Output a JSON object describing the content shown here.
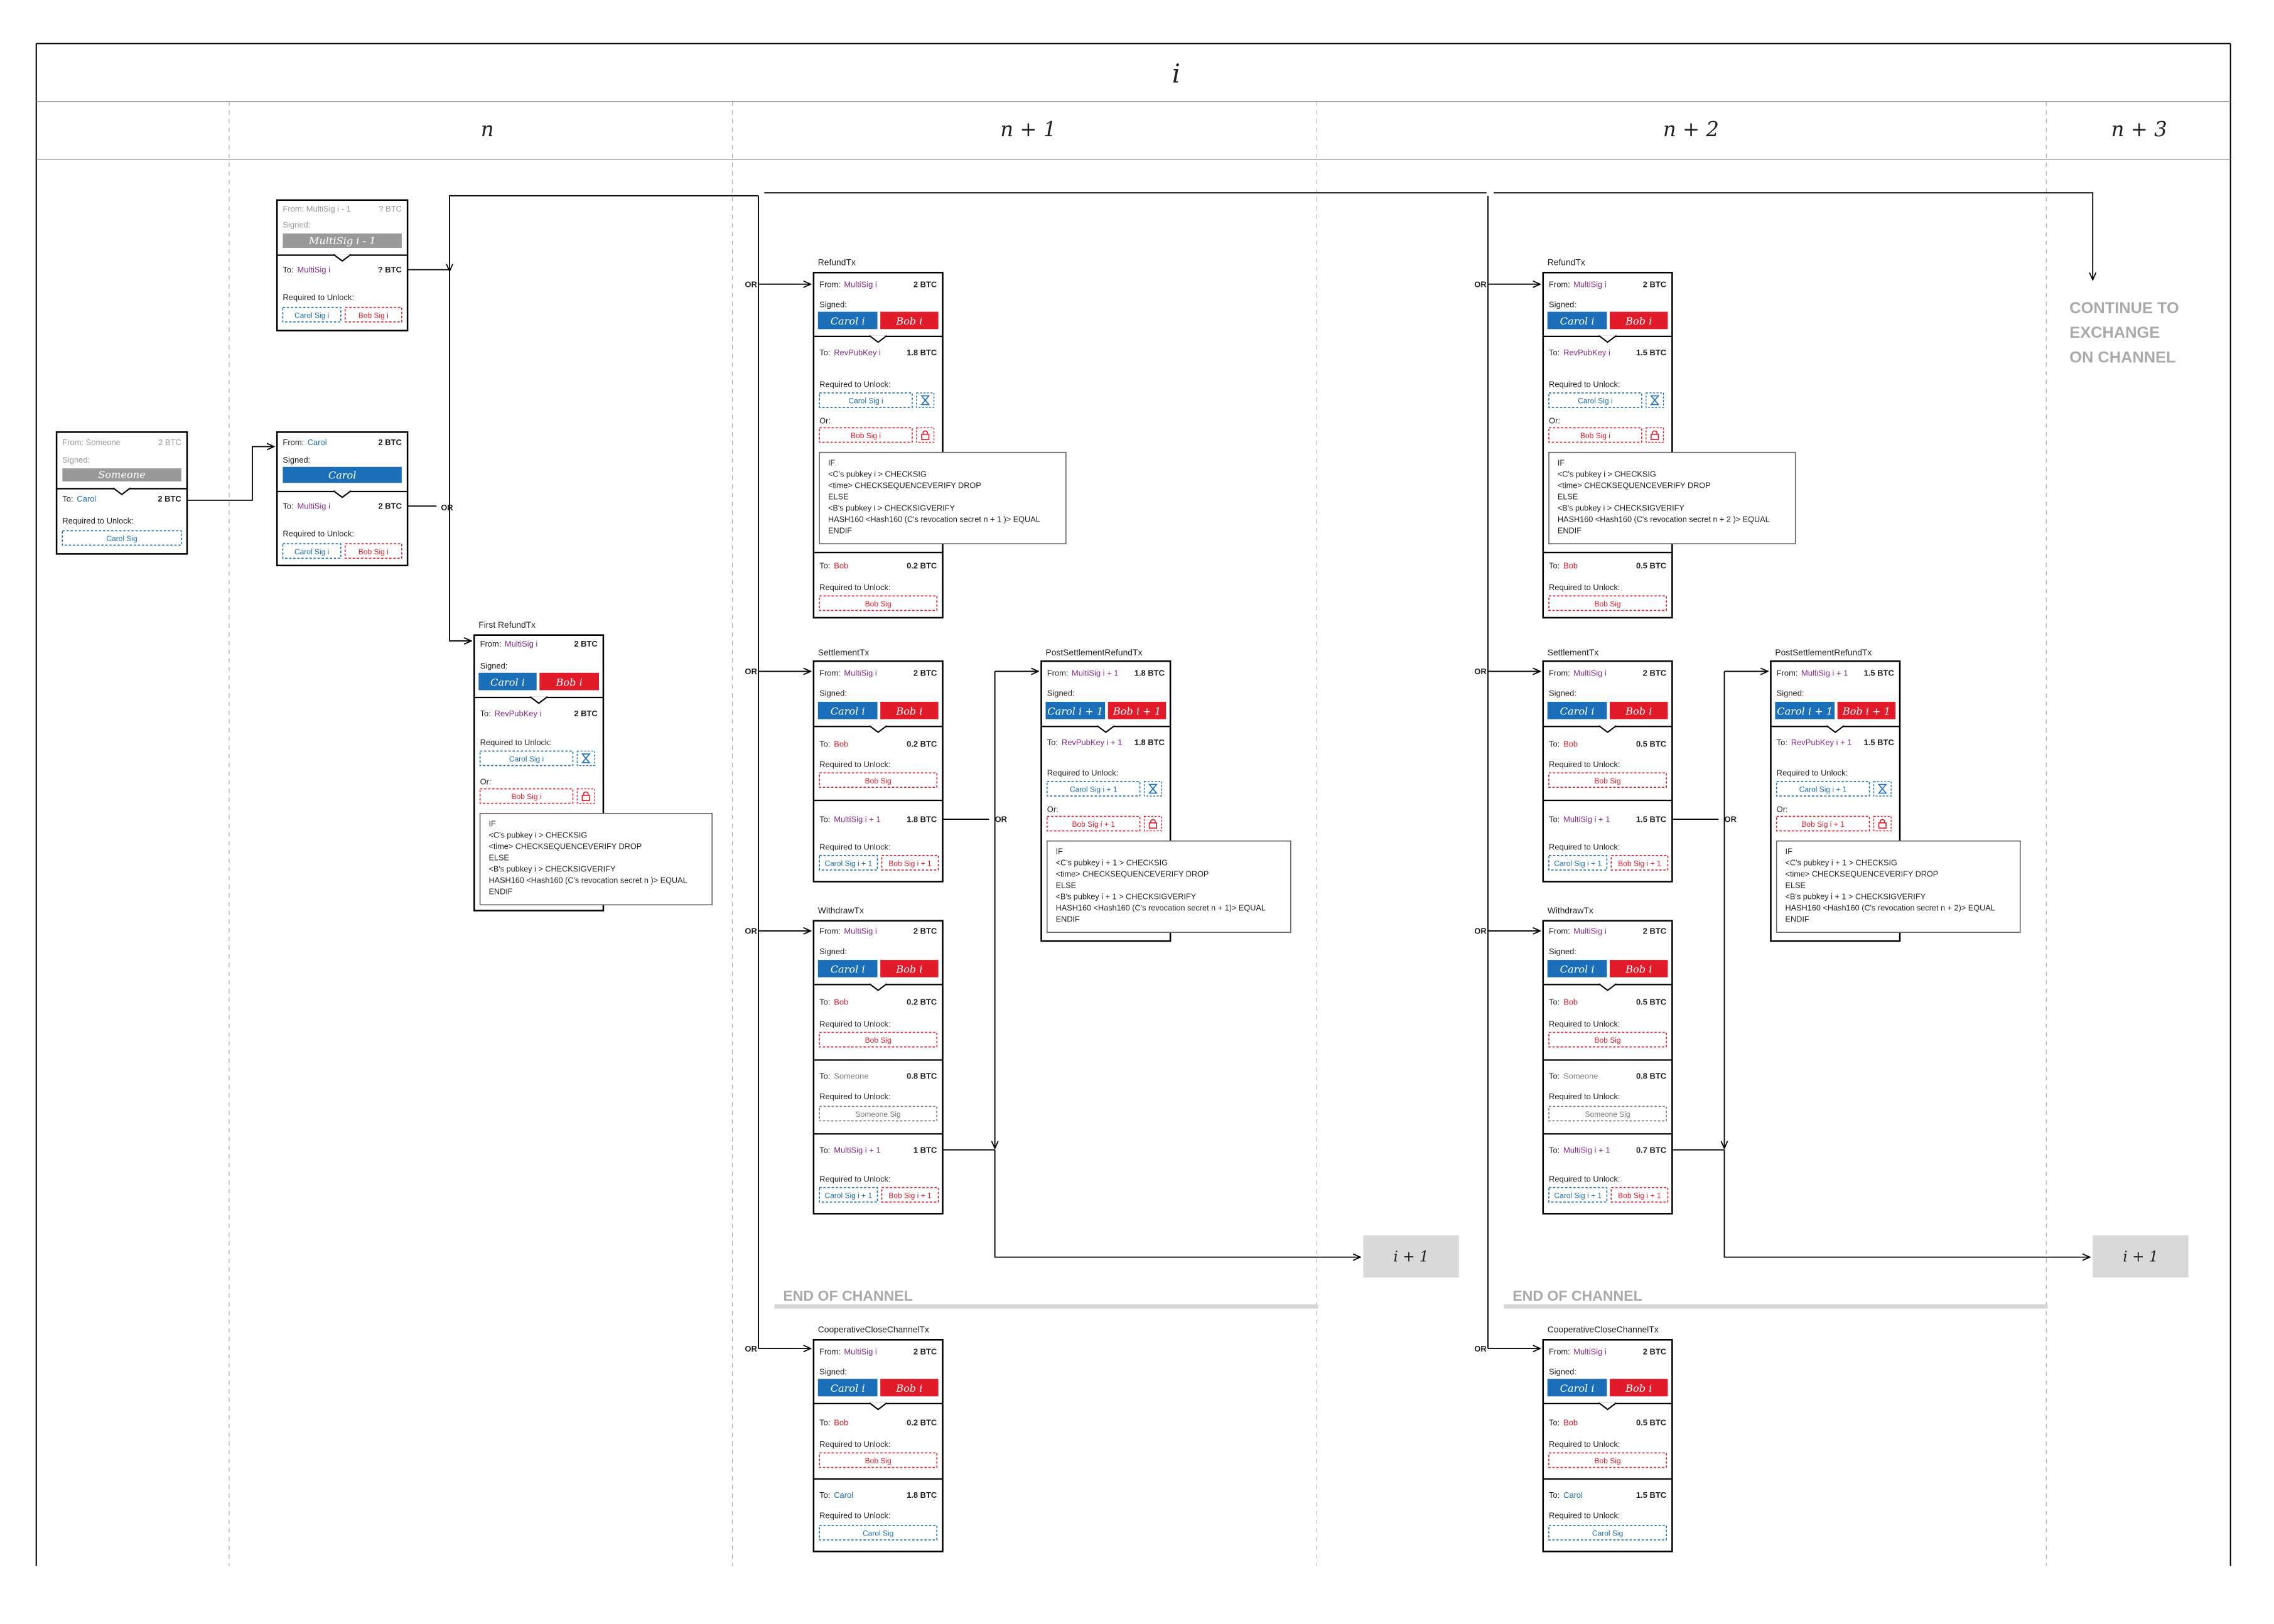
{
  "header": {
    "i": "i",
    "n": "n",
    "n1": "n + 1",
    "n2": "n + 2",
    "n3": "n + 3"
  },
  "labels": {
    "or": "OR",
    "end_of_channel": "END OF CHANNEL",
    "continue": [
      "CONTINUE TO",
      "EXCHANGE",
      "ON CHANNEL"
    ],
    "next_i": "i + 1"
  },
  "colors": {
    "carol": "#1a6fb8",
    "bob": "#e21b2a",
    "multisig": "#8a2c8e",
    "grey": "#999999",
    "box_fill": "#d9d9d9"
  },
  "funding": {
    "from_label": "From: Someone",
    "amount": "2 BTC",
    "signed": "Signed:",
    "signer": "Someone",
    "to_label": "To:",
    "to_name": "Carol",
    "to_amount": "2 BTC",
    "req": "Required to Unlock:",
    "sig": "Carol Sig"
  },
  "prev": {
    "from_label": "From: MultiSig i - 1",
    "amount": "? BTC",
    "signed": "Signed:",
    "signer": "MultiSig i - 1",
    "to_label": "To:",
    "to_name": "MultiSig i",
    "to_amount": "? BTC",
    "req": "Required to Unlock:",
    "sig_a": "Carol Sig i",
    "sig_b": "Bob Sig i"
  },
  "anchor": {
    "from_label": "From:",
    "from_name": "Carol",
    "amount": "2 BTC",
    "signed": "Signed:",
    "signer": "Carol",
    "to_label": "To:",
    "to_name": "MultiSig i",
    "to_amount": "2 BTC",
    "req": "Required to Unlock:",
    "sig_a": "Carol Sig i",
    "sig_b": "Bob Sig i"
  },
  "first_refund": {
    "title": "First RefundTx",
    "from_label": "From:",
    "from_name": "MultiSig i",
    "amount": "2 BTC",
    "signed": "Signed:",
    "sig_a": "Carol i",
    "sig_b": "Bob i",
    "to_label": "To:",
    "to_name": "RevPubKey i",
    "to_amount": "2 BTC",
    "req": "Required to Unlock:",
    "sig_carol": "Carol Sig i",
    "or": "Or:",
    "sig_bob": "Bob Sig i",
    "script": [
      "IF",
      "  <C's pubkey i > CHECKSIG",
      "  <time> CHECKSEQUENCEVERIFY DROP",
      "ELSE",
      "  <B's pubkey i > CHECKSIGVERIFY",
      "  HASH160 <Hash160 (C's revocation secret n )> EQUAL",
      "ENDIF"
    ]
  },
  "columns": [
    {
      "refund": {
        "title": "RefundTx",
        "from_label": "From:",
        "from_name": "MultiSig i",
        "amount": "2 BTC",
        "signed": "Signed:",
        "sig_a": "Carol i",
        "sig_b": "Bob i",
        "to1_label": "To:",
        "to1_name": "RevPubKey i",
        "to1_amount": "1.8 BTC",
        "req": "Required to Unlock:",
        "sig_carol": "Carol Sig i",
        "or": "Or:",
        "sig_bob": "Bob Sig i",
        "to2_label": "To:",
        "to2_name": "Bob",
        "to2_amount": "0.2 BTC",
        "req2": "Required to Unlock:",
        "sig2": "Bob Sig",
        "script": [
          "IF",
          "  <C's pubkey i > CHECKSIG",
          "  <time> CHECKSEQUENCEVERIFY DROP",
          "ELSE",
          "  <B's pubkey i > CHECKSIGVERIFY",
          "  HASH160 <Hash160 (C's revocation secret n + 1 )> EQUAL",
          "ENDIF"
        ]
      },
      "settlement": {
        "title": "SettlementTx",
        "from_label": "From:",
        "from_name": "MultiSig i",
        "amount": "2 BTC",
        "signed": "Signed:",
        "sig_a": "Carol i",
        "sig_b": "Bob i",
        "to1_label": "To:",
        "to1_name": "Bob",
        "to1_amount": "0.2 BTC",
        "req1": "Required to Unlock:",
        "sig1": "Bob Sig",
        "to2_label": "To:",
        "to2_name": "MultiSig i + 1",
        "to2_amount": "1.8 BTC",
        "req2": "Required to Unlock:",
        "sig2a": "Carol Sig i + 1",
        "sig2b": "Bob Sig i + 1"
      },
      "post": {
        "title": "PostSettlementRefundTx",
        "from_label": "From:",
        "from_name": "MultiSig i + 1",
        "amount": "1.8 BTC",
        "signed": "Signed:",
        "sig_a": "Carol i + 1",
        "sig_b": "Bob i + 1",
        "to_label": "To:",
        "to_name": "RevPubKey i + 1",
        "to_amount": "1.8 BTC",
        "req": "Required to Unlock:",
        "sig_carol": "Carol Sig i + 1",
        "or": "Or:",
        "sig_bob": "Bob Sig i + 1",
        "script": [
          "IF",
          "  <C's pubkey i + 1 > CHECKSIG",
          "  <time> CHECKSEQUENCEVERIFY DROP",
          "ELSE",
          "  <B's pubkey i + 1 > CHECKSIGVERIFY",
          "  HASH160 <Hash160 (C's revocation secret n + 1)> EQUAL",
          "ENDIF"
        ]
      },
      "withdraw": {
        "title": "WithdrawTx",
        "from_label": "From:",
        "from_name": "MultiSig i",
        "amount": "2 BTC",
        "signed": "Signed:",
        "sig_a": "Carol i",
        "sig_b": "Bob i",
        "to1_label": "To:",
        "to1_name": "Bob",
        "to1_amount": "0.2 BTC",
        "req1": "Required to Unlock:",
        "sig1": "Bob Sig",
        "to2_label": "To:",
        "to2_name": "Someone",
        "to2_amount": "0.8 BTC",
        "req2": "Required to Unlock:",
        "sig2": "Someone Sig",
        "to3_label": "To:",
        "to3_name": "MultiSig i + 1",
        "to3_amount": "1 BTC",
        "req3": "Required to Unlock:",
        "sig3a": "Carol Sig i + 1",
        "sig3b": "Bob Sig i + 1"
      },
      "coop": {
        "title": "CooperativeCloseChannelTx",
        "from_label": "From:",
        "from_name": "MultiSig i",
        "amount": "2 BTC",
        "signed": "Signed:",
        "sig_a": "Carol i",
        "sig_b": "Bob i",
        "to1_label": "To:",
        "to1_name": "Bob",
        "to1_amount": "0.2 BTC",
        "req1": "Required to Unlock:",
        "sig1": "Bob Sig",
        "to2_label": "To:",
        "to2_name": "Carol",
        "to2_amount": "1.8 BTC",
        "req2": "Required to Unlock:",
        "sig2": "Carol Sig"
      }
    },
    {
      "refund": {
        "title": "RefundTx",
        "from_label": "From:",
        "from_name": "MultiSig i",
        "amount": "2 BTC",
        "signed": "Signed:",
        "sig_a": "Carol i",
        "sig_b": "Bob i",
        "to1_label": "To:",
        "to1_name": "RevPubKey i",
        "to1_amount": "1.5 BTC",
        "req": "Required to Unlock:",
        "sig_carol": "Carol Sig i",
        "or": "Or:",
        "sig_bob": "Bob Sig i",
        "to2_label": "To:",
        "to2_name": "Bob",
        "to2_amount": "0.5 BTC",
        "req2": "Required to Unlock:",
        "sig2": "Bob Sig",
        "script": [
          "IF",
          "  <C's pubkey i > CHECKSIG",
          "  <time> CHECKSEQUENCEVERIFY DROP",
          "ELSE",
          "  <B's pubkey i > CHECKSIGVERIFY",
          "  HASH160 <Hash160 (C's revocation secret n + 2 )> EQUAL",
          "ENDIF"
        ]
      },
      "settlement": {
        "title": "SettlementTx",
        "from_label": "From:",
        "from_name": "MultiSig i",
        "amount": "2 BTC",
        "signed": "Signed:",
        "sig_a": "Carol i",
        "sig_b": "Bob i",
        "to1_label": "To:",
        "to1_name": "Bob",
        "to1_amount": "0.5 BTC",
        "req1": "Required to Unlock:",
        "sig1": "Bob Sig",
        "to2_label": "To:",
        "to2_name": "MultiSig i + 1",
        "to2_amount": "1.5 BTC",
        "req2": "Required to Unlock:",
        "sig2a": "Carol Sig i + 1",
        "sig2b": "Bob Sig i + 1"
      },
      "post": {
        "title": "PostSettlementRefundTx",
        "from_label": "From:",
        "from_name": "MultiSig i + 1",
        "amount": "1.5 BTC",
        "signed": "Signed:",
        "sig_a": "Carol i + 1",
        "sig_b": "Bob i + 1",
        "to_label": "To:",
        "to_name": "RevPubKey i + 1",
        "to_amount": "1.5 BTC",
        "req": "Required to Unlock:",
        "sig_carol": "Carol Sig i + 1",
        "or": "Or:",
        "sig_bob": "Bob Sig i + 1",
        "script": [
          "IF",
          "  <C's pubkey i + 1 > CHECKSIG",
          "  <time> CHECKSEQUENCEVERIFY DROP",
          "ELSE",
          "  <B's pubkey i + 1 > CHECKSIGVERIFY",
          "  HASH160 <Hash160 (C's revocation secret n + 2)> EQUAL",
          "ENDIF"
        ]
      },
      "withdraw": {
        "title": "WithdrawTx",
        "from_label": "From:",
        "from_name": "MultiSig i",
        "amount": "2 BTC",
        "signed": "Signed:",
        "sig_a": "Carol i",
        "sig_b": "Bob i",
        "to1_label": "To:",
        "to1_name": "Bob",
        "to1_amount": "0.5 BTC",
        "req1": "Required to Unlock:",
        "sig1": "Bob Sig",
        "to2_label": "To:",
        "to2_name": "Someone",
        "to2_amount": "0.8 BTC",
        "req2": "Required to Unlock:",
        "sig2": "Someone Sig",
        "to3_label": "To:",
        "to3_name": "MultiSig i + 1",
        "to3_amount": "0.7 BTC",
        "req3": "Required to Unlock:",
        "sig3a": "Carol Sig i + 1",
        "sig3b": "Bob Sig i + 1"
      },
      "coop": {
        "title": "CooperativeCloseChannelTx",
        "from_label": "From:",
        "from_name": "MultiSig i",
        "amount": "2 BTC",
        "signed": "Signed:",
        "sig_a": "Carol i",
        "sig_b": "Bob i",
        "to1_label": "To:",
        "to1_name": "Bob",
        "to1_amount": "0.5 BTC",
        "req1": "Required to Unlock:",
        "sig1": "Bob Sig",
        "to2_label": "To:",
        "to2_name": "Carol",
        "to2_amount": "1.5 BTC",
        "req2": "Required to Unlock:",
        "sig2": "Carol Sig"
      }
    }
  ]
}
